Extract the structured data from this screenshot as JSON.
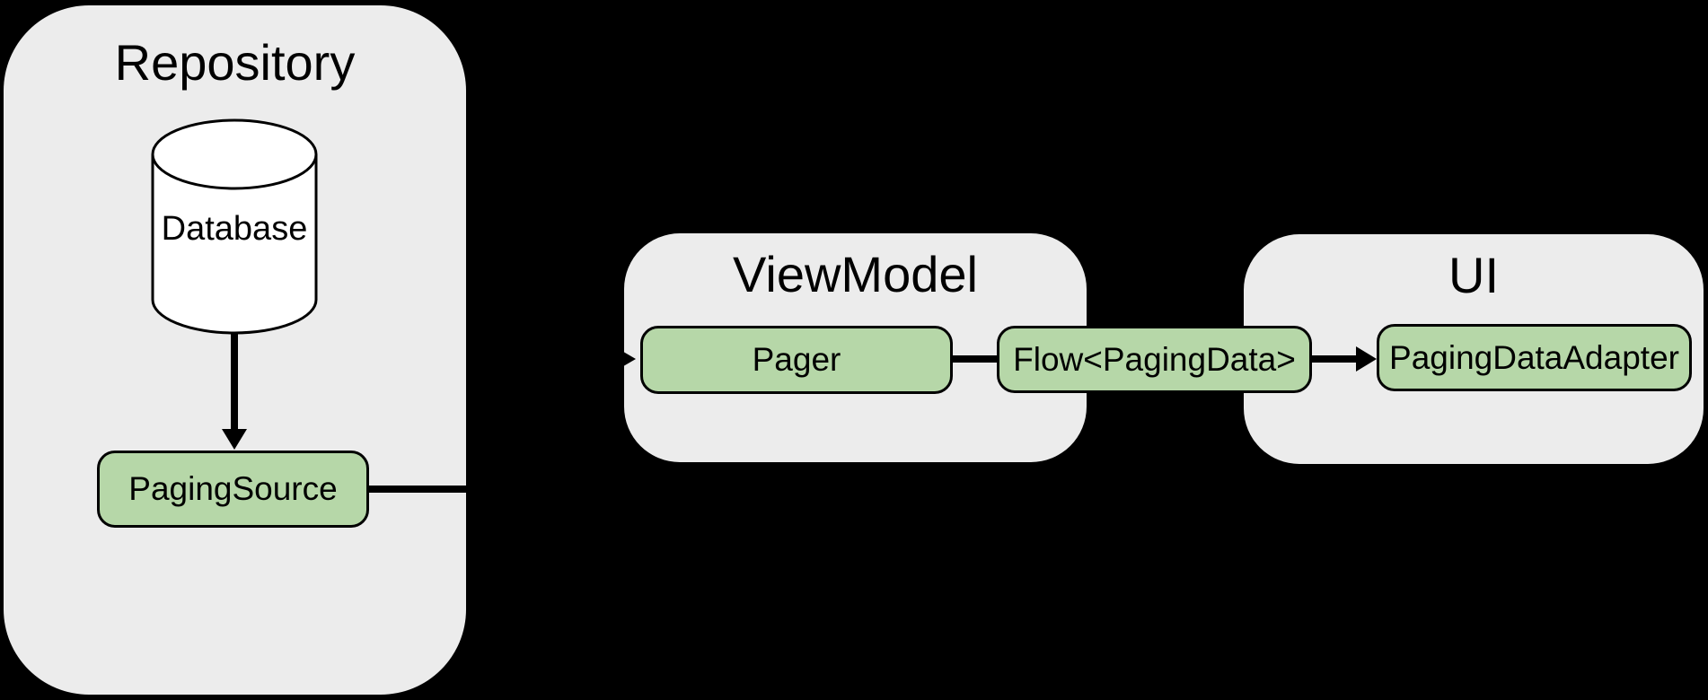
{
  "diagram": {
    "description": "Paging library architecture diagram",
    "background": "#000000"
  },
  "colors": {
    "container_fill": "#ececec",
    "node_fill": "#b6d7a8",
    "node_border": "#000000",
    "connector": "#000000",
    "cylinder_fill": "#ffffff",
    "text": "#000000"
  },
  "containers": {
    "repository": {
      "title": "Repository"
    },
    "viewmodel": {
      "title": "ViewModel"
    },
    "ui": {
      "title": "UI"
    }
  },
  "nodes": {
    "database": {
      "label": "Database",
      "shape": "cylinder"
    },
    "paging_source": {
      "label": "PagingSource",
      "shape": "rounded-rect"
    },
    "pager": {
      "label": "Pager",
      "shape": "rounded-rect"
    },
    "flow": {
      "label": "Flow<PagingData>",
      "shape": "rounded-rect"
    },
    "adapter": {
      "label": "PagingDataAdapter",
      "shape": "rounded-rect"
    }
  },
  "edges": [
    {
      "from": "Database",
      "to": "PagingSource",
      "arrowhead": true
    },
    {
      "from": "PagingSource",
      "to": "Pager",
      "arrowhead": true
    },
    {
      "from": "Pager",
      "to": "Flow<PagingData>",
      "arrowhead": false
    },
    {
      "from": "Flow<PagingData>",
      "to": "PagingDataAdapter",
      "arrowhead": true
    }
  ]
}
